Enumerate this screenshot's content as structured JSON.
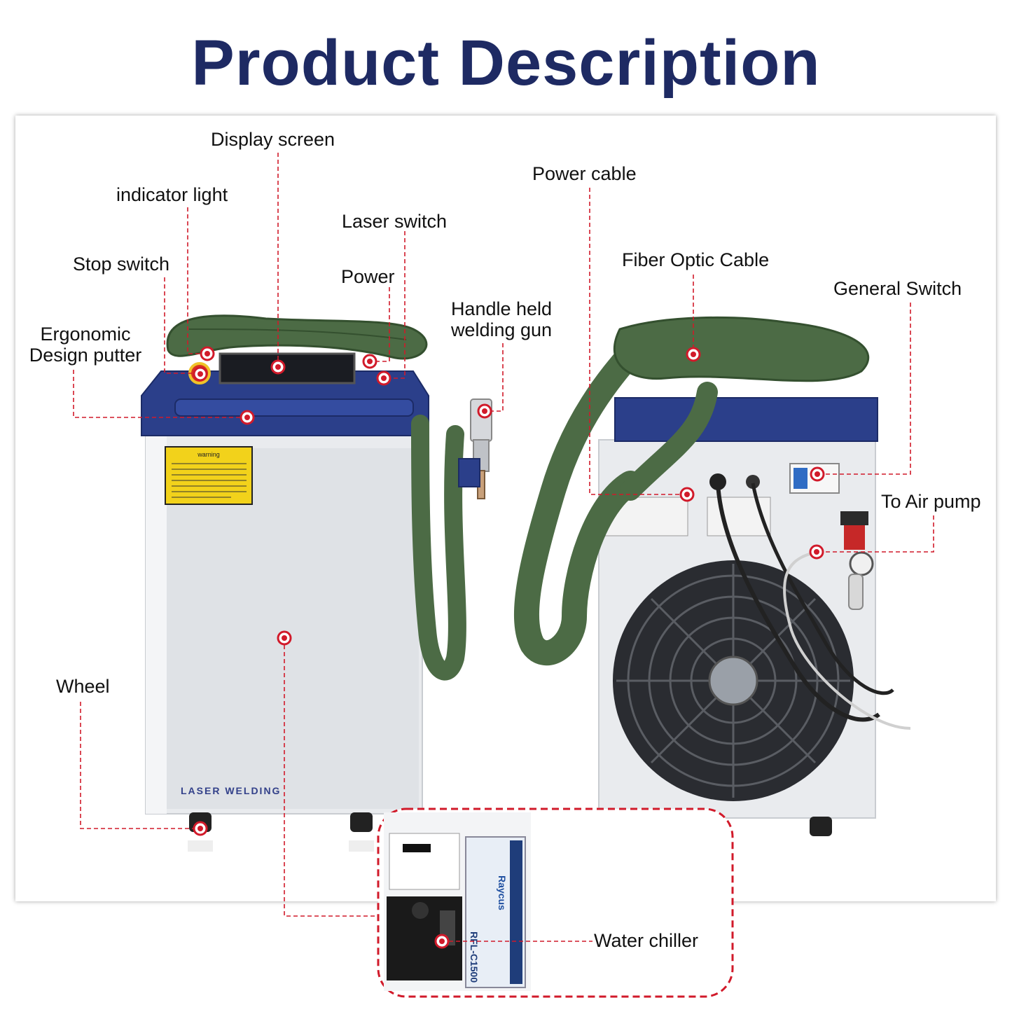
{
  "title": "Product Description",
  "colors": {
    "title": "#1e2a63",
    "leader": "#d11a2a",
    "machine_top": "#2b3f8a",
    "cable": "#4c6b45",
    "body": "#e9ebee"
  },
  "labels": {
    "display_screen": "Display screen",
    "indicator_light": "indicator light",
    "laser_switch": "Laser switch",
    "stop_switch": "Stop switch",
    "power": "Power",
    "ergonomic_line1": "Ergonomic",
    "ergonomic_line2": "Design putter",
    "handle_line1": "Handle held",
    "handle_line2": "welding gun",
    "wheel": "Wheel",
    "power_cable": "Power cable",
    "fiber_optic_cable": "Fiber Optic Cable",
    "general_switch": "General Switch",
    "to_air_pump": "To Air pump",
    "water_chiller": "Water chiller"
  },
  "machine_text": {
    "side_logo": "LASER WELDING",
    "warning_title": "warning",
    "module_brand": "Raycus",
    "module_model": "RFL-C1500"
  },
  "icons": {
    "callout_marker": "red-ring-dot-icon",
    "fan": "cooling-fan-icon"
  }
}
